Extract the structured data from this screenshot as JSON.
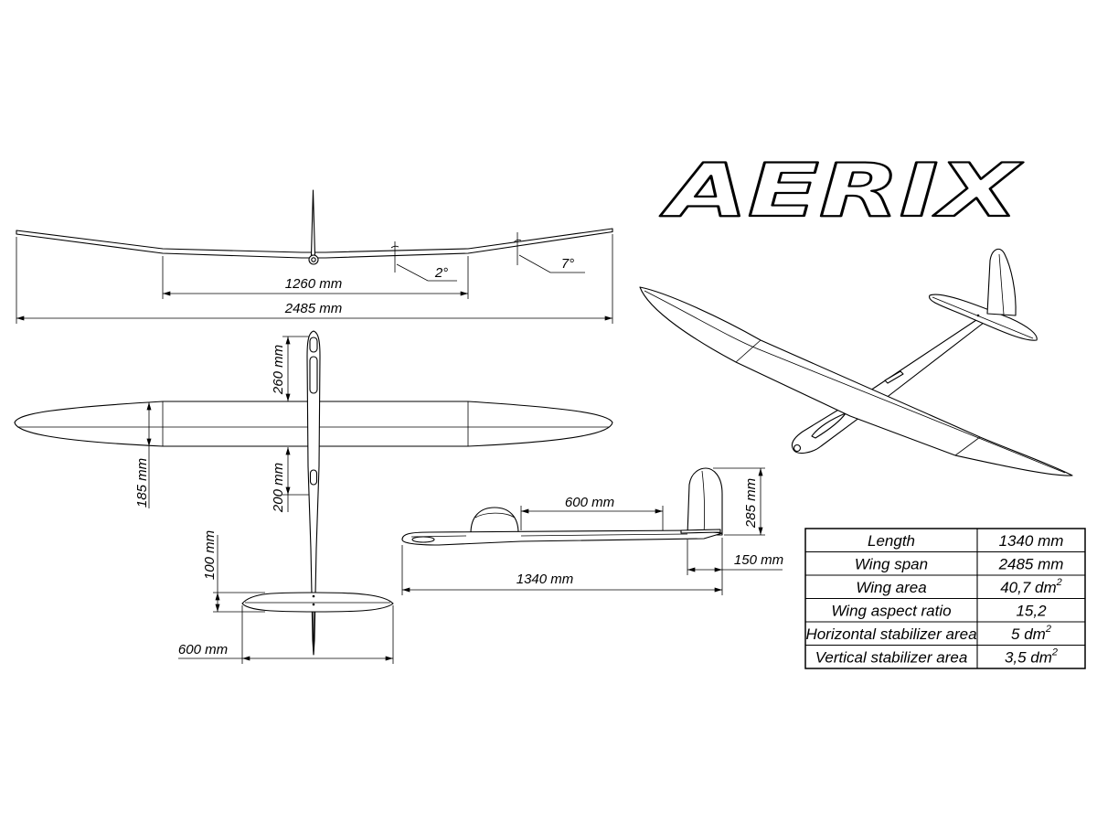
{
  "logo": {
    "text": "AERIX"
  },
  "front_view": {
    "angle_inner": "2°",
    "angle_outer": "7°",
    "dim_center_section": "1260 mm",
    "dim_wingspan": "2485 mm"
  },
  "top_view": {
    "dim_nose_to_wing": "260 mm",
    "dim_root_chord": "185 mm",
    "dim_wing_to_pod_end": "200 mm",
    "dim_stab_chord": "100 mm",
    "dim_stab_span": "600 mm"
  },
  "side_view": {
    "dim_wing_to_fin": "600 mm",
    "dim_fin_height": "285 mm",
    "dim_fin_chord": "150 mm",
    "dim_length": "1340 mm"
  },
  "specs_table": {
    "rows": [
      {
        "label": "Length",
        "value": "1340 mm"
      },
      {
        "label": "Wing span",
        "value": "2485 mm"
      },
      {
        "label": "Wing area",
        "value": "40,7 dm",
        "exponent": "2"
      },
      {
        "label": "Wing aspect ratio",
        "value": "15,2"
      },
      {
        "label": "Horizontal stabilizer area",
        "value": "5 dm",
        "exponent": "2"
      },
      {
        "label": "Vertical stabilizer area",
        "value": "3,5 dm",
        "exponent": "2"
      }
    ]
  },
  "colors": {
    "line": "#000000",
    "background": "#ffffff"
  }
}
